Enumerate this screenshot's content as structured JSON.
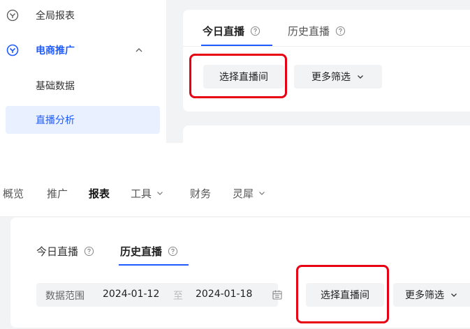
{
  "sidebar": {
    "global_report": "全局报表",
    "ecommerce_promo": "电商推广",
    "basic_data": "基础数据",
    "live_analysis": "直播分析"
  },
  "top_panel": {
    "tabs": [
      {
        "label": "今日直播",
        "active": true
      },
      {
        "label": "历史直播",
        "active": false
      }
    ],
    "select_room_button": "选择直播间",
    "more_filters_button": "更多筛选"
  },
  "top_nav": {
    "items": [
      {
        "label": "概览"
      },
      {
        "label": "推广"
      },
      {
        "label": "报表",
        "active": true
      },
      {
        "label": "工具"
      },
      {
        "label": "财务"
      },
      {
        "label": "灵犀"
      }
    ]
  },
  "bottom_panel": {
    "tabs": [
      {
        "label": "今日直播",
        "active": false
      },
      {
        "label": "历史直播",
        "active": true
      }
    ],
    "date_range": {
      "label": "数据范围",
      "start": "2024-01-12",
      "separator": "至",
      "end": "2024-01-18"
    },
    "select_room_button": "选择直播间",
    "more_filters_button": "更多筛选"
  },
  "colors": {
    "accent": "#1e5bff",
    "highlight_box": "#e60012",
    "background": "#f2f3f5"
  }
}
